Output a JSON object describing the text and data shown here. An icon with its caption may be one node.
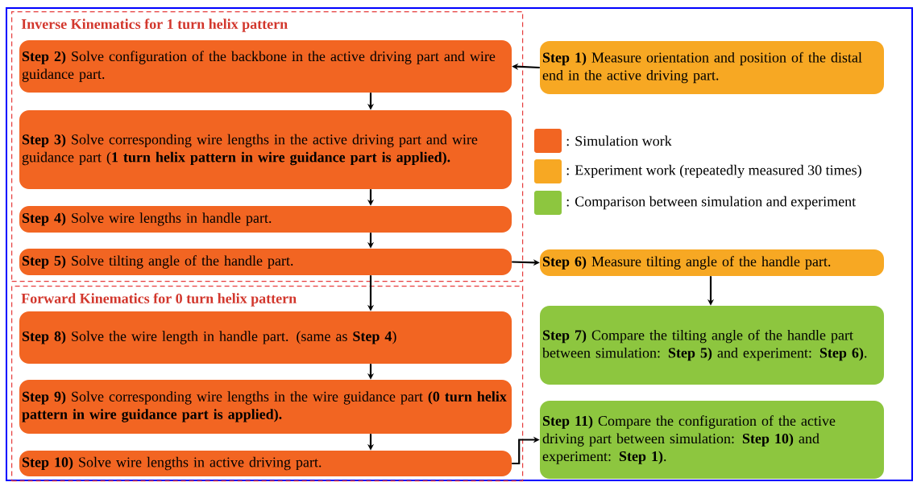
{
  "diagram": {
    "nodes": [
      {
        "text": [
          "Inverse Kinematics for 1 turn helix pattern"
        ]
      },
      {
        "text": [
          "**Step 2)** Solve configuration of the backbone in the active driving part and wire guidance part."
        ],
        "in": 0
      },
      {
        "text": [
          "**Step 3)** Solve corresponding wire lengths in the active driving part and wire guidance part (**1 turn helix pattern in wire guidance part is applied).**"
        ],
        "in": 0
      },
      {
        "text": [
          "**Step 4)** Solve wire lengths in handle part."
        ],
        "in": 0
      },
      {
        "text": [
          "**Step 5)** Solve tilting angle of the handle part."
        ],
        "in": 0
      },
      {
        "text": [
          "Forward Kinematics for 0 turn helix pattern"
        ]
      },
      {
        "text": [
          "**Step 8)** Solve the wire length in handle part. (same as **Step 4**)"
        ],
        "in": 5
      },
      {
        "text": [
          "**Step 9)** Solve corresponding wire lengths in the wire guidance part **(0 turn helix pattern in wire guidance part is applied).**"
        ],
        "in": 5
      },
      {
        "text": [
          "**Step 10)** Solve wire lengths in active driving part."
        ],
        "in": 5
      },
      {
        "text": [
          "**Step 1)** Measure orientation and position of the distal end in the active driving part."
        ]
      },
      {
        "text": [
          "**Step 6)** Measure tilting angle of the handle part."
        ]
      },
      {
        "text": [
          "**Step 7)** Compare the tilting angle of the handle part between simulation: **Step 5)** and experiment: **Step 6)**."
        ]
      },
      {
        "text": [
          "**Step 11)** Compare the configuration of the active driving part between simulation: **Step 10)** and experiment: **Step 1)**."
        ]
      }
    ],
    "edges": [
      {
        "from": 9,
        "to": 1,
        "arrow": "to"
      },
      {
        "from": 1,
        "to": 2,
        "arrow": "to"
      },
      {
        "from": 2,
        "to": 3,
        "arrow": "to"
      },
      {
        "from": 3,
        "to": 4,
        "arrow": "to"
      },
      {
        "from": 4,
        "to": 10,
        "arrow": "to"
      },
      {
        "from": 4,
        "to": 6,
        "arrow": "to"
      },
      {
        "from": 6,
        "to": 7,
        "arrow": "to"
      },
      {
        "from": 7,
        "to": 8,
        "arrow": "to"
      },
      {
        "from": 10,
        "to": 11,
        "arrow": "to"
      },
      {
        "from": 8,
        "to": 12,
        "arrow": "to"
      }
    ],
    "legend": [
      {
        "text": ": Simulation work",
        "color": "#f26522"
      },
      {
        "text": ": Experiment work (repeatedly measured 30 times)",
        "color": "#f7a823"
      },
      {
        "text": ": Comparison between simulation and experiment",
        "color": "#8dc63f"
      }
    ]
  }
}
